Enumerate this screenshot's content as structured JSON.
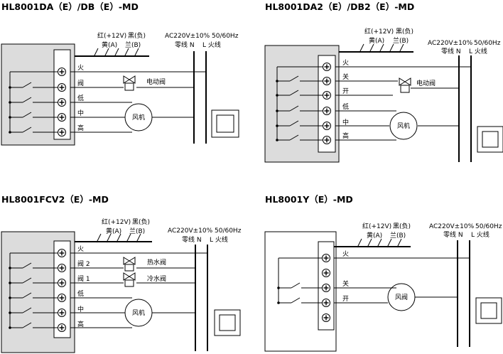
{
  "panels": [
    {
      "title": "HL8001DA（E）/DB（E）-MD",
      "wire_colors": [
        "红(+12V)",
        "黑(负)",
        "黄(A)",
        "兰(B)"
      ],
      "power": [
        "AC220V±10%",
        "50/60Hz",
        "零线 N",
        "L 火线"
      ],
      "terminals": [
        "火",
        "阀",
        "低",
        "中",
        "高"
      ],
      "devices": [
        "电动阀",
        "风机"
      ]
    },
    {
      "title": "HL8001DA2（E）/DB2（E）-MD",
      "wire_colors": [
        "红(+12V)",
        "黑(负)",
        "黄(A)",
        "兰(B)"
      ],
      "power": [
        "AC220V±10%",
        "50/60Hz",
        "零线 N",
        "L 火线"
      ],
      "terminals": [
        "火",
        "关",
        "开",
        "低",
        "中",
        "高"
      ],
      "devices": [
        "电动阀",
        "风机"
      ]
    },
    {
      "title": "HL8001FCV2（E）-MD",
      "wire_colors": [
        "红(+12V)",
        "黑(负)",
        "黄(A)",
        "兰(B)"
      ],
      "power": [
        "AC220V±10%",
        "50/60Hz",
        "零线 N",
        "L 火线"
      ],
      "terminals": [
        "火",
        "阀 2",
        "阀 1",
        "低",
        "中",
        "高"
      ],
      "devices": [
        "热水阀",
        "冷水阀",
        "风机"
      ]
    },
    {
      "title": "HL8001Y（E）-MD",
      "wire_colors": [
        "红(+12V)",
        "黑(负)",
        "黄(A)",
        "兰(B)"
      ],
      "power": [
        "AC220V±10%",
        "50/60Hz",
        "零线 N",
        "L 火线"
      ],
      "terminals": [
        "火",
        "关",
        "开"
      ],
      "devices": [
        "风阀"
      ]
    }
  ]
}
